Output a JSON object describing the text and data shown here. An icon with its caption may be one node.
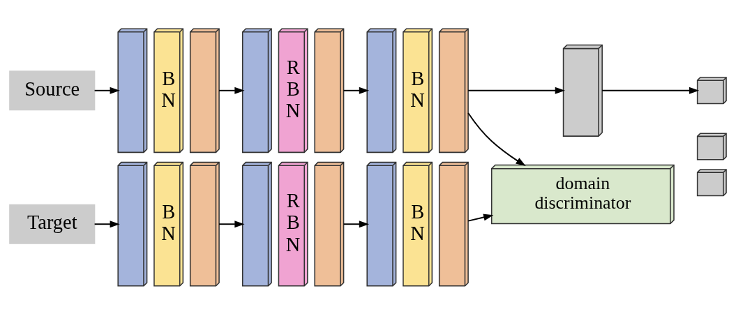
{
  "diagram": {
    "nodes": [
      {
        "text": [
          "Source"
        ]
      },
      {
        "text": [],
        "shape": "box"
      },
      {
        "text": [
          "B N"
        ]
      },
      {
        "text": [],
        "shape": "box"
      },
      {
        "text": [],
        "shape": "box"
      },
      {
        "text": [
          "R B N"
        ]
      },
      {
        "text": [],
        "shape": "box"
      },
      {
        "text": [],
        "shape": "box"
      },
      {
        "text": [
          "B N"
        ]
      },
      {
        "text": [],
        "shape": "box"
      },
      {
        "text": [],
        "shape": "box"
      },
      {
        "text": [],
        "shape": "box"
      },
      {
        "text": [],
        "shape": "box"
      },
      {
        "text": [],
        "shape": "box"
      },
      {
        "text": [
          "domain discriminator"
        ]
      },
      {
        "text": [
          "Target"
        ]
      },
      {
        "text": [],
        "shape": "box"
      },
      {
        "text": [
          "B N"
        ]
      },
      {
        "text": [],
        "shape": "box"
      },
      {
        "text": [],
        "shape": "box"
      },
      {
        "text": [
          "R B N"
        ]
      },
      {
        "text": [],
        "shape": "box"
      },
      {
        "text": [],
        "shape": "box"
      },
      {
        "text": [
          "B N"
        ]
      },
      {
        "text": [],
        "shape": "box"
      }
    ],
    "edges": [
      {
        "from": 0,
        "to": 1,
        "arrow": "to"
      },
      {
        "from": 3,
        "to": 4,
        "arrow": "to"
      },
      {
        "from": 6,
        "to": 7,
        "arrow": "to"
      },
      {
        "from": 9,
        "to": 10,
        "arrow": "to"
      },
      {
        "from": 10,
        "to": 12,
        "arrow": "to"
      },
      {
        "from": 9,
        "to": 14,
        "arrow": "to"
      },
      {
        "from": 15,
        "to": 16,
        "arrow": "to"
      },
      {
        "from": 18,
        "to": 19,
        "arrow": "to"
      },
      {
        "from": 21,
        "to": 22,
        "arrow": "to"
      },
      {
        "from": 24,
        "to": 14,
        "arrow": "to"
      }
    ]
  }
}
